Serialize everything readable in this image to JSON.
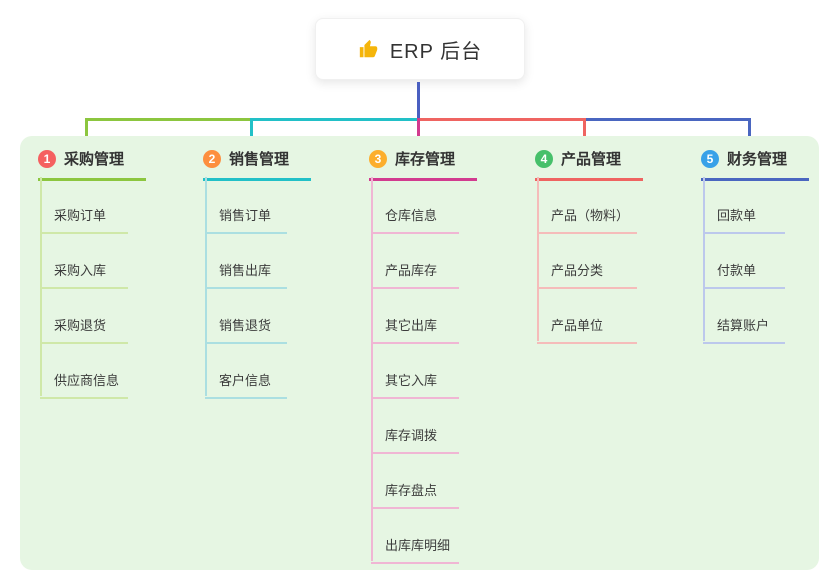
{
  "root": {
    "label": "ERP 后台",
    "icon": "thumbs-up-icon",
    "icon_color": "#f5b50a"
  },
  "panel_color": "#e6f6e3",
  "branches": [
    {
      "number": "1",
      "label": "采购管理",
      "line_color": "#8cc63f",
      "badge_color": "#f56060",
      "children": [
        "采购订单",
        "采购入库",
        "采购退货",
        "供应商信息"
      ]
    },
    {
      "number": "2",
      "label": "销售管理",
      "line_color": "#22c0c7",
      "badge_color": "#fd8f3f",
      "children": [
        "销售订单",
        "销售出库",
        "销售退货",
        "客户信息"
      ]
    },
    {
      "number": "3",
      "label": "库存管理",
      "line_color": "#d23b8f",
      "badge_color": "#fcae2c",
      "children": [
        "仓库信息",
        "产品库存",
        "其它出库",
        "其它入库",
        "库存调拨",
        "库存盘点",
        "出库库明细"
      ]
    },
    {
      "number": "4",
      "label": "产品管理",
      "line_color": "#ef6461",
      "badge_color": "#46c06a",
      "children": [
        "产品（物料）",
        "产品分类",
        "产品单位"
      ]
    },
    {
      "number": "5",
      "label": "财务管理",
      "line_color": "#4a66c0",
      "badge_color": "#38a1e8",
      "children": [
        "回款单",
        "付款单",
        "结算账户"
      ]
    }
  ]
}
